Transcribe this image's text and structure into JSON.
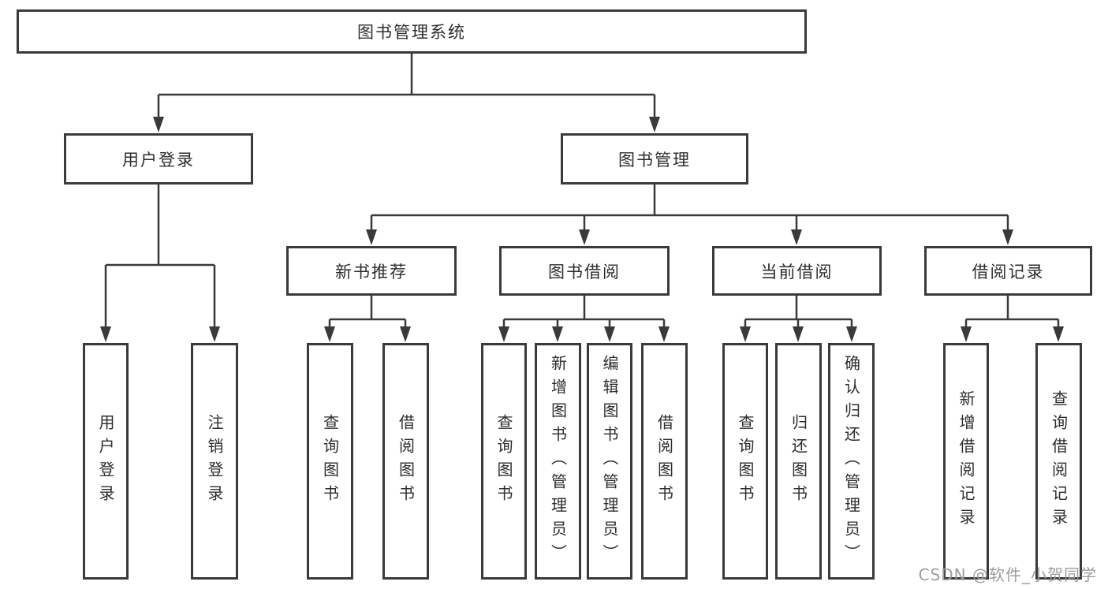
{
  "diagram": {
    "root": {
      "label": "图书管理系统"
    },
    "branches": [
      {
        "label": "用户登录",
        "children": [
          {
            "label": "用户登录"
          },
          {
            "label": "注销登录"
          }
        ]
      },
      {
        "label": "图书管理",
        "children": [
          {
            "label": "新书推荐",
            "children": [
              {
                "label": "查询图书"
              },
              {
                "label": "借阅图书"
              }
            ]
          },
          {
            "label": "图书借阅",
            "children": [
              {
                "label": "查询图书"
              },
              {
                "label": "新增图书（管理员）"
              },
              {
                "label": "编辑图书（管理员）"
              },
              {
                "label": "借阅图书"
              }
            ]
          },
          {
            "label": "当前借阅",
            "children": [
              {
                "label": "查询图书"
              },
              {
                "label": "归还图书"
              },
              {
                "label": "确认归还（管理员）"
              }
            ]
          },
          {
            "label": "借阅记录",
            "children": [
              {
                "label": "新增借阅记录"
              },
              {
                "label": "查询借阅记录"
              }
            ]
          }
        ]
      }
    ]
  },
  "watermark": {
    "text": "CSDN @软件_小贺同学"
  },
  "colors": {
    "line": "#3a3a3a",
    "text": "#2d2d2d",
    "watermark": "#9d9d9d",
    "background": "#ffffff"
  }
}
